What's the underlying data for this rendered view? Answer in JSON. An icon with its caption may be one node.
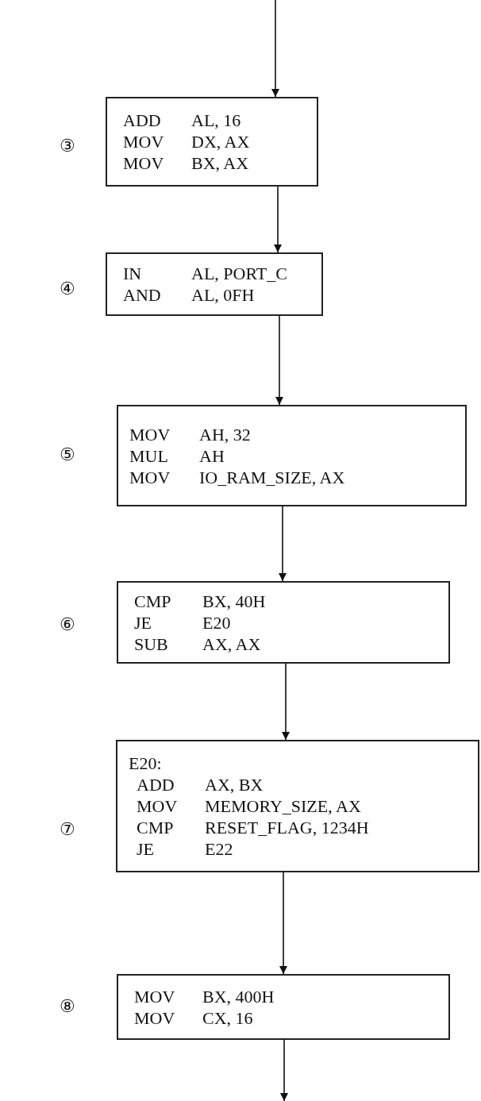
{
  "diagram": {
    "nodes": [
      {
        "text": [
          "ADD",
          "AL, 16",
          "MOV",
          "DX, AX",
          "MOV",
          "BX, AX"
        ],
        "beside": [
          "③"
        ]
      },
      {
        "text": [
          "IN",
          "AL, PORT_C",
          "AND",
          "AL, 0FH"
        ],
        "beside": [
          "④"
        ]
      },
      {
        "text": [
          "MOV",
          "AH, 32",
          "MUL",
          "AH",
          "MOV",
          "IO_RAM_SIZE, AX"
        ],
        "beside": [
          "⑤"
        ]
      },
      {
        "text": [
          "CMP",
          "BX, 40H",
          "JE",
          "E20",
          "SUB",
          "AX, AX"
        ],
        "beside": [
          "⑥"
        ]
      },
      {
        "text": [
          "E20:",
          "ADD",
          "AX, BX",
          "MOV",
          "MEMORY_SIZE, AX",
          "CMP",
          "RESET_FLAG, 1234H",
          "JE",
          "E22"
        ],
        "beside": [
          "⑦"
        ]
      },
      {
        "text": [
          "MOV",
          "BX, 400H",
          "MOV",
          "CX, 16"
        ],
        "beside": [
          "⑧"
        ]
      }
    ],
    "edges": [
      {
        "from": null,
        "to": 0,
        "arrow": "to"
      },
      {
        "from": 0,
        "to": 1,
        "arrow": "to"
      },
      {
        "from": 1,
        "to": 2,
        "arrow": "to"
      },
      {
        "from": 2,
        "to": 3,
        "arrow": "to"
      },
      {
        "from": 3,
        "to": 4,
        "arrow": "to"
      },
      {
        "from": 4,
        "to": 5,
        "arrow": "to"
      },
      {
        "from": 5,
        "to": null,
        "arrow": "to"
      }
    ]
  }
}
